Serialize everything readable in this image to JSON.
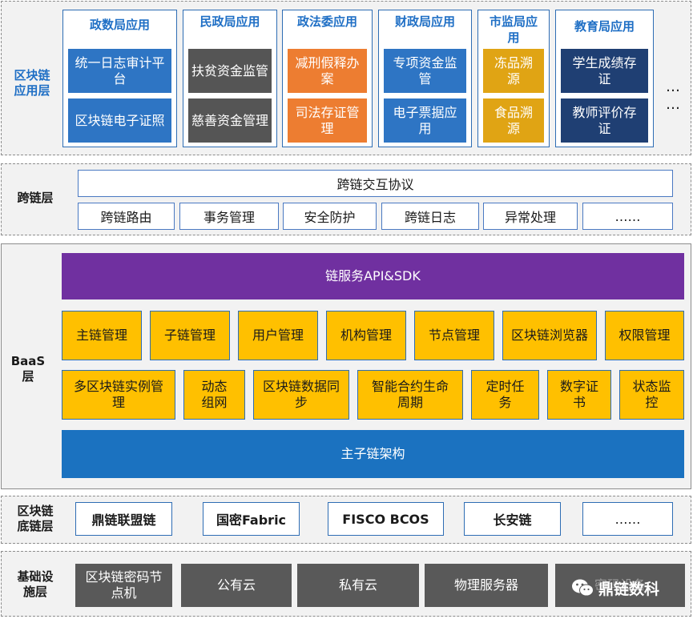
{
  "layers": {
    "app": "区块链应用层",
    "cross": "跨链层",
    "baas": "BaaS层",
    "base": "区块链底链层",
    "infra": "基础设施层"
  },
  "depts": [
    {
      "title": "政数局应用",
      "items": [
        "统一日志审计平台",
        "区块链电子证照"
      ]
    },
    {
      "title": "民政局应用",
      "items": [
        "扶贫资金监管",
        "慈善资金管理"
      ]
    },
    {
      "title": "政法委应用",
      "items": [
        "减刑假释办案",
        "司法存证管理"
      ]
    },
    {
      "title": "财政局应用",
      "items": [
        "专项资金监管",
        "电子票据应用"
      ]
    },
    {
      "title": "市监局应用",
      "items": [
        "冻品溯源",
        "食品溯源"
      ]
    },
    {
      "title": "教育局应用",
      "items": [
        "学生成绩存证",
        "教师评价存证"
      ]
    }
  ],
  "app_ellipsis": "…",
  "cross": {
    "protocol": "跨链交互协议",
    "items": [
      "跨链路由",
      "事务管理",
      "安全防护",
      "跨链日志",
      "异常处理",
      "……"
    ]
  },
  "baas": {
    "api": "链服务API&SDK",
    "row1": [
      "主链管理",
      "子链管理",
      "用户管理",
      "机构管理",
      "节点管理",
      "区块链浏览器",
      "权限管理"
    ],
    "row2": [
      "多区块链实例管理",
      "动态组网",
      "区块链数据同步",
      "智能合约生命周期",
      "定时任务",
      "数字证书",
      "状态监控"
    ],
    "arch": "主子链架构"
  },
  "base": [
    "鼎链联盟链",
    "国密Fabric",
    "FISCO BCOS",
    "长安链",
    "……"
  ],
  "infra": [
    "区块链密码节点机",
    "公有云",
    "私有云",
    "物理服务器",
    "密码设备"
  ],
  "watermark": "鼎链数科"
}
